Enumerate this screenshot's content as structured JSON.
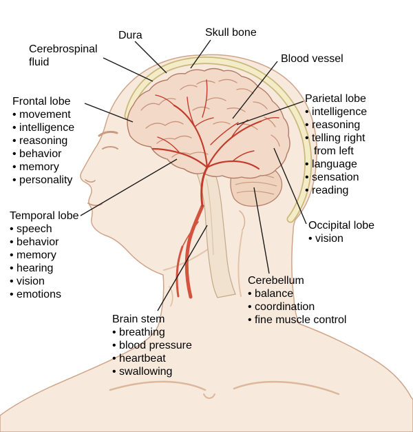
{
  "labels": {
    "cerebrospinal_fluid": {
      "name": "Cerebrospinal fluid"
    },
    "dura": {
      "name": "Dura"
    },
    "skull_bone": {
      "name": "Skull bone"
    },
    "blood_vessel": {
      "name": "Blood vessel"
    },
    "frontal_lobe": {
      "name": "Frontal lobe",
      "functions": [
        "movement",
        "intelligence",
        "reasoning",
        "behavior",
        "memory",
        "personality"
      ]
    },
    "parietal_lobe": {
      "name": "Parietal lobe",
      "functions": [
        "intelligence",
        "reasoning",
        "telling right from left",
        "language",
        "sensation",
        "reading"
      ]
    },
    "temporal_lobe": {
      "name": "Temporal lobe",
      "functions": [
        "speech",
        "behavior",
        "memory",
        "hearing",
        "vision",
        "emotions"
      ]
    },
    "occipital_lobe": {
      "name": "Occipital lobe",
      "functions": [
        "vision"
      ]
    },
    "cerebellum": {
      "name": "Cerebellum",
      "functions": [
        "balance",
        "coordination",
        "fine muscle control"
      ]
    },
    "brain_stem": {
      "name": "Brain stem",
      "functions": [
        "breathing",
        "blood pressure",
        "heartbeat",
        "swallowing"
      ]
    }
  },
  "colors": {
    "skin": "#F7E9DC",
    "skin_outline": "#CFA488",
    "skull_band_fill": "#F3ECC6",
    "skull_band_edge": "#C9B87C",
    "brain_fill": "#F3D9C7",
    "brain_outline": "#B27A64",
    "gyri": "#C9927C",
    "cerebellum_fill": "#F0D3BD",
    "brain_stem_fill": "#F0E2CE",
    "vessel_red": "#C23B2B",
    "leader_line": "#1A1A1A"
  }
}
